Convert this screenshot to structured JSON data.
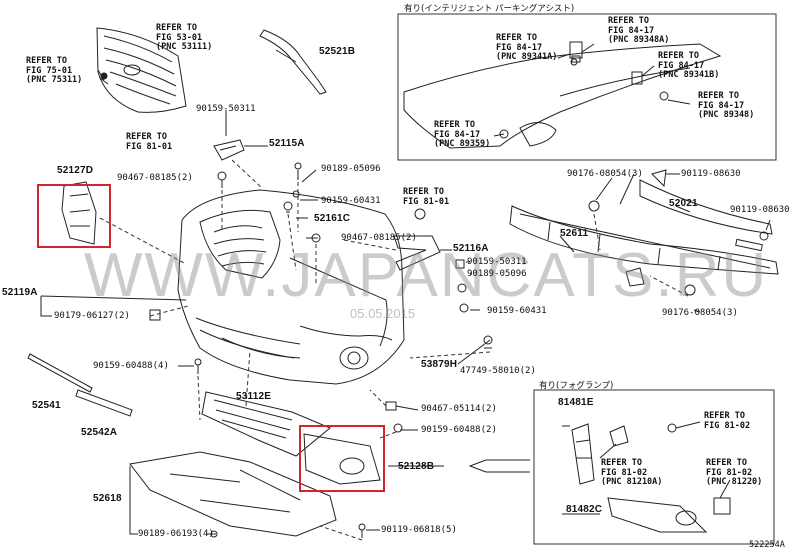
{
  "diagram_id": "52225​4A",
  "watermark": {
    "site": "WWW.JAPANCATS.RU",
    "date": "05.05.2015"
  },
  "insets": {
    "parking_assist_caption": "有り(インテリジェント パーキングアシスト)",
    "fog_lamp_caption": "有り(フォグランプ)"
  },
  "parts": {
    "p52127D": "52127D",
    "p52119A": "52119A",
    "p52521B": "52521B",
    "p52115A": "52115A",
    "p52161C": "52161C",
    "p52116A": "52116A",
    "p53879H": "53879H",
    "p52541": "52541",
    "p52542A": "52542A",
    "p53112E": "53112E",
    "p52618": "52618",
    "p52128B": "52128B",
    "p52611": "52611",
    "p52021": "52021",
    "p81481E": "81481E",
    "p81482C": "81482C"
  },
  "fasteners": {
    "f90159_50311": "90159-50311",
    "f90189_05096_a": "90189-05096",
    "f90467_08185_2_a": "90467-08185(2)",
    "f90159_60431_a": "90159-60431",
    "f90467_08185_2_b": "90467-08185(2)",
    "f90179_06127": "90179-06127(2)",
    "f90159_50311_b": "90159-50311",
    "f90189_05096_b": "90189-05096",
    "f90159_60431_b": "90159-60431",
    "f47749_58010": "47749-58010(2)",
    "f90159_60488_4": "90159-60488(4)",
    "f90467_05114": "90467-05114(2)",
    "f90159_60488_2": "90159-60488(2)",
    "f90189_06193": "90189-06193(4)",
    "f90119_06818": "90119-06818(5)",
    "f90176_08054_a": "90176-08054(3)",
    "f90119_08630_a": "90119-08630",
    "f90119_08630_b": "90119-08630",
    "f90176_08054_b": "90176-08054(3)"
  },
  "refs": {
    "r53_01": "REFER TO\nFIG 53-01\n(PNC 53111)",
    "r75_01": "REFER TO\nFIG 75-01\n(PNC 75311)",
    "r81_01_a": "REFER TO\nFIG 81-01",
    "r81_01_b": "REFER TO\nFIG 81-01",
    "r84_17_a": "REFER TO\nFIG 84-17\n(PNC 89348A)",
    "r84_17_b": "REFER TO\nFIG 84-17\n(PNC 89341A)",
    "r84_17_c": "REFER TO\nFIG 84-17\n(PNC 89341B)",
    "r84_17_d": "REFER TO\nFIG 84-17\n(PNC 89348)",
    "r84_17_e": "REFER TO\nFIG 84-17\n(PNC 89359)",
    "r81_02_a": "REFER TO\nFIG 81-02",
    "r81_02_b": "REFER TO\nFIG 81-02\n(PNC 81210A)",
    "r81_02_c": "REFER TO\nFIG 81-02\n(PNC 81220)"
  }
}
